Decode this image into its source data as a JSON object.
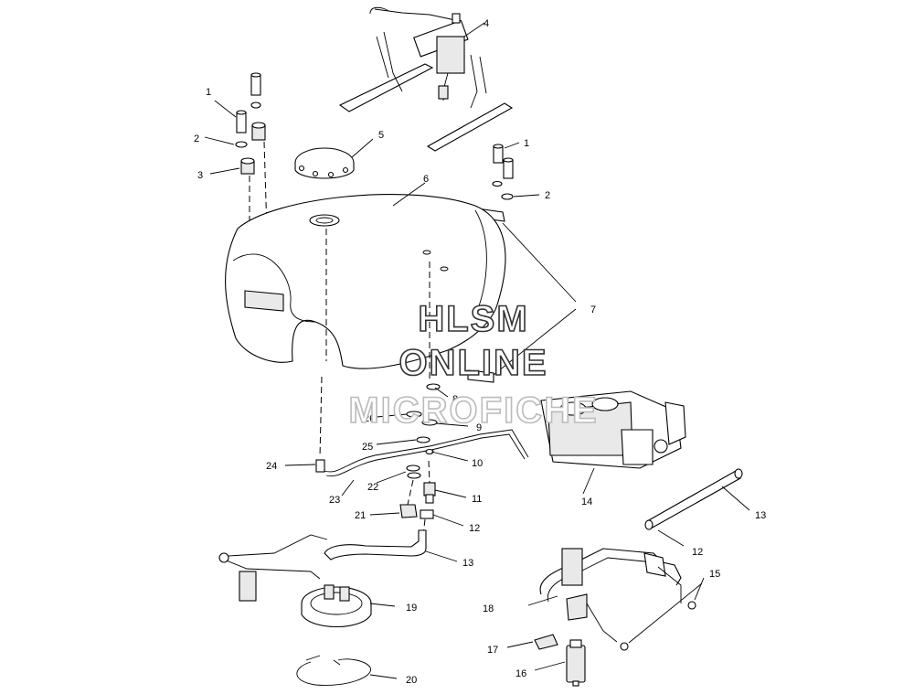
{
  "watermark": {
    "line1": "HLSM",
    "line2": "ONLINE",
    "line3": "MICROFICHE"
  },
  "callouts": {
    "c1a": "1",
    "c1b": "1",
    "c2a": "2",
    "c2b": "2",
    "c3": "3",
    "c4": "4",
    "c5": "5",
    "c6": "6",
    "c7": "7",
    "c8": "8",
    "c9": "9",
    "c10": "10",
    "c11": "11",
    "c12a": "12",
    "c12b": "12",
    "c13a": "13",
    "c13b": "13",
    "c14": "14",
    "c15": "15",
    "c16": "16",
    "c17": "17",
    "c18": "18",
    "c19": "19",
    "c20": "20",
    "c21": "21",
    "c22": "22",
    "c23": "23",
    "c24": "24",
    "c25": "25",
    "c26": "26"
  },
  "colors": {
    "ink": "#000000",
    "background": "#ffffff",
    "watermark_outline": "#333333"
  }
}
